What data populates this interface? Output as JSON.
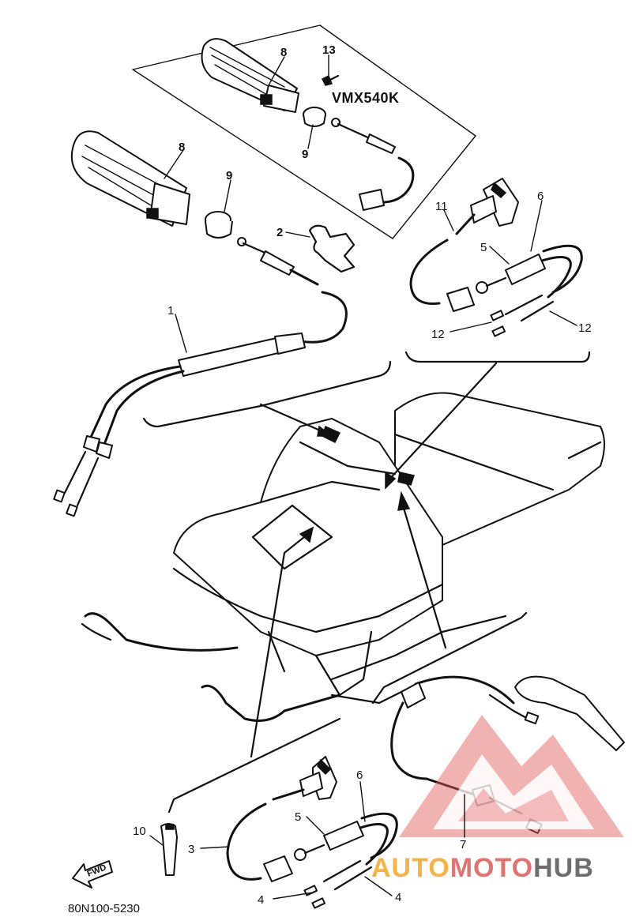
{
  "diagram": {
    "model_label": "VMX540K",
    "part_code": "80N100-5230",
    "fwd_label": "FWD",
    "callouts": {
      "c1": "1",
      "c2": "2",
      "c3": "3",
      "c4a": "4",
      "c4b": "4",
      "c5a": "5",
      "c5b": "5",
      "c6a": "6",
      "c6b": "6",
      "c7": "7",
      "c8a": "8",
      "c8b": "8",
      "c9a": "9",
      "c9b": "9",
      "c10": "10",
      "c11": "11",
      "c12a": "12",
      "c12b": "12",
      "c13": "13"
    }
  },
  "watermark": {
    "part_a": "AUTO",
    "part_b": "MOTO",
    "part_c": "HUB",
    "colors": {
      "orange": "#f5a623",
      "red": "#e05a5a",
      "gray": "#555555"
    }
  }
}
